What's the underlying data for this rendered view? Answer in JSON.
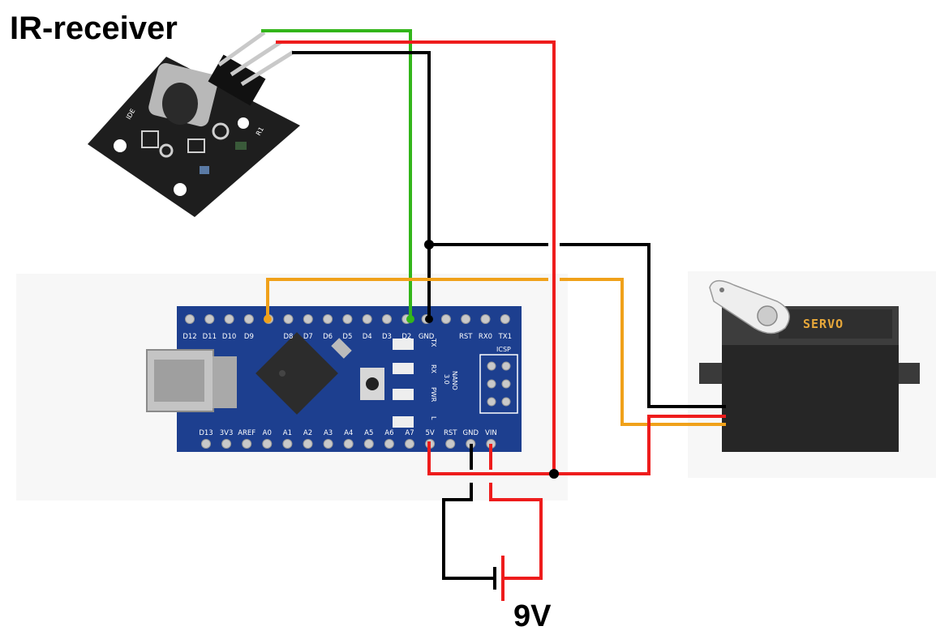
{
  "title": "IR-receiver",
  "battery_label": "9V",
  "ir_module": {
    "silk_left": "IDE",
    "silk_right": "R1"
  },
  "nano": {
    "top_pins": [
      "D12",
      "D11",
      "D10",
      "D9",
      "",
      "D8",
      "D7",
      "D6",
      "D5",
      "D4",
      "D3",
      "D2",
      "GND",
      "",
      "RST",
      "RX0",
      "TX1"
    ],
    "bottom_pins": [
      "D13",
      "3V3",
      "AREF",
      "A0",
      "A1",
      "A2",
      "A3",
      "A4",
      "A5",
      "A6",
      "A7",
      "5V",
      "RST",
      "GND",
      "VIN"
    ],
    "led_labels": [
      "TX",
      "RX",
      "PWR",
      "L"
    ],
    "board_text": [
      "NANO",
      "3.0"
    ],
    "icsp_label": "ICSP"
  },
  "servo": {
    "label": "SERVO"
  },
  "colors": {
    "signal_ir": "#33b51a",
    "power": "#ee1c1c",
    "ground": "#000000",
    "servo_signal": "#f0a11a",
    "board": "#1d3f8f"
  }
}
